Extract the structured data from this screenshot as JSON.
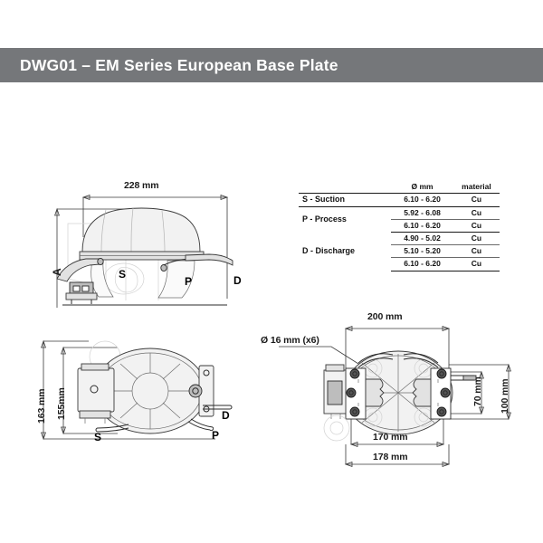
{
  "header": {
    "title": "DWG01 – EM Series European Base Plate",
    "background_color": "#75777a",
    "text_color": "#ffffff"
  },
  "spec_table": {
    "columns": [
      "",
      "Ø mm",
      "material"
    ],
    "groups": [
      {
        "label": "S - Suction",
        "rows": [
          {
            "dia": "6.10 - 6.20",
            "material": "Cu"
          }
        ]
      },
      {
        "label": "P - Process",
        "rows": [
          {
            "dia": "5.92 - 6.08",
            "material": "Cu"
          },
          {
            "dia": "6.10 - 6.20",
            "material": "Cu"
          }
        ]
      },
      {
        "label": "D - Discharge",
        "rows": [
          {
            "dia": "4.90 - 5.02",
            "material": "Cu"
          },
          {
            "dia": "5.10 - 5.20",
            "material": "Cu"
          },
          {
            "dia": "6.10 - 6.20",
            "material": "Cu"
          }
        ]
      }
    ]
  },
  "views": {
    "front_elevation": {
      "width_dim": "228 mm",
      "height_dim": "A",
      "ports": {
        "suction": "S",
        "process": "P",
        "discharge": "D"
      }
    },
    "plan_view": {
      "outer_height_dim": "163 mm",
      "inner_height_dim": "155mm",
      "ports": {
        "suction": "S",
        "process": "P",
        "discharge": "D"
      }
    },
    "base_plate": {
      "top_dim": "200 mm",
      "bottom_dim_inner": "170 mm",
      "bottom_dim_outer": "178 mm",
      "right_dim_inner": "70 mm",
      "right_dim_outer": "100 mm",
      "hole_note": "Ø 16 mm (x6)"
    }
  }
}
